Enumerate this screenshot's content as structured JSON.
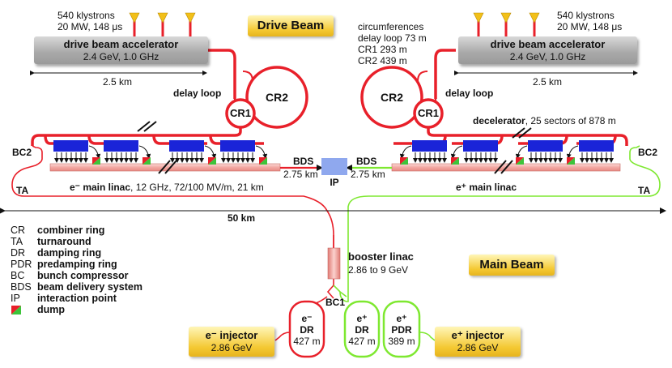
{
  "title": "Drive Beam",
  "main_beam_title": "Main Beam",
  "left_drive": {
    "klystrons": "540 klystrons",
    "power": "20 MW, 148 μs",
    "accel_name": "drive beam accelerator",
    "accel_spec": "2.4 GeV, 1.0 GHz",
    "length": "2.5 km",
    "delay_loop": "delay loop",
    "cr1": "CR1",
    "cr2": "CR2"
  },
  "right_drive": {
    "klystrons": "540 klystrons",
    "power": "20 MW, 148 μs",
    "accel_name": "drive beam accelerator",
    "accel_spec": "2.4 GeV, 1.0 GHz",
    "length": "2.5 km",
    "delay_loop": "delay loop",
    "cr1": "CR1",
    "cr2": "CR2"
  },
  "circumferences": {
    "heading": "circumferences",
    "delay": "delay loop 73 m",
    "cr1": "CR1 293 m",
    "cr2": "CR2 439 m"
  },
  "decelerator": {
    "name": "decelerator",
    "spec": ", 25 sectors of 878 m"
  },
  "labels": {
    "bc2_left": "BC2",
    "bc2_right": "BC2",
    "ta_left": "TA",
    "ta_right": "TA",
    "bds_left": "BDS",
    "bds_left_len": "2.75 km",
    "bds_right": "BDS",
    "bds_right_len": "2.75 km",
    "ip": "IP",
    "total_length": "50 km",
    "bc1": "BC1"
  },
  "left_linac": {
    "name": "e⁻ main linac",
    "spec": ", 12 GHz, 72/100 MV/m, 21 km"
  },
  "right_linac": {
    "name": "e⁺ main linac"
  },
  "booster": {
    "name": "booster linac",
    "spec": "2.86 to 9 GeV"
  },
  "injectors": {
    "left_name": "e⁻ injector",
    "left_energy": "2.86 GeV",
    "right_name": "e⁺ injector",
    "right_energy": "2.86 GeV"
  },
  "rings": {
    "e_minus_particle": "e⁻",
    "e_minus_dr": "DR",
    "e_minus_len": "427 m",
    "e_plus_particle": "e⁺",
    "e_plus_dr": "DR",
    "e_plus_len": "427 m",
    "e_plus_pdr_particle": "e⁺",
    "e_plus_pdr": "PDR",
    "e_plus_pdr_len": "389 m"
  },
  "legend": [
    {
      "key": "CR",
      "value": "combiner ring"
    },
    {
      "key": "TA",
      "value": "turnaround"
    },
    {
      "key": "DR",
      "value": "damping ring"
    },
    {
      "key": "PDR",
      "value": "predamping ring"
    },
    {
      "key": "BC",
      "value": "bunch compressor"
    },
    {
      "key": "BDS",
      "value": "beam delivery system"
    },
    {
      "key": "IP",
      "value": "interaction point"
    },
    {
      "key": "",
      "value": "dump"
    }
  ],
  "colors": {
    "electron_beam": "#e8202a",
    "positron_beam": "#7ee830",
    "linac_pipe": "#f4b3b0",
    "decel_module": "#1a24d8",
    "ip_box": "#8fa8ee",
    "title_box": "#f7d046",
    "accelerator": "#a9a9a9",
    "klystron": "#f2c019"
  }
}
